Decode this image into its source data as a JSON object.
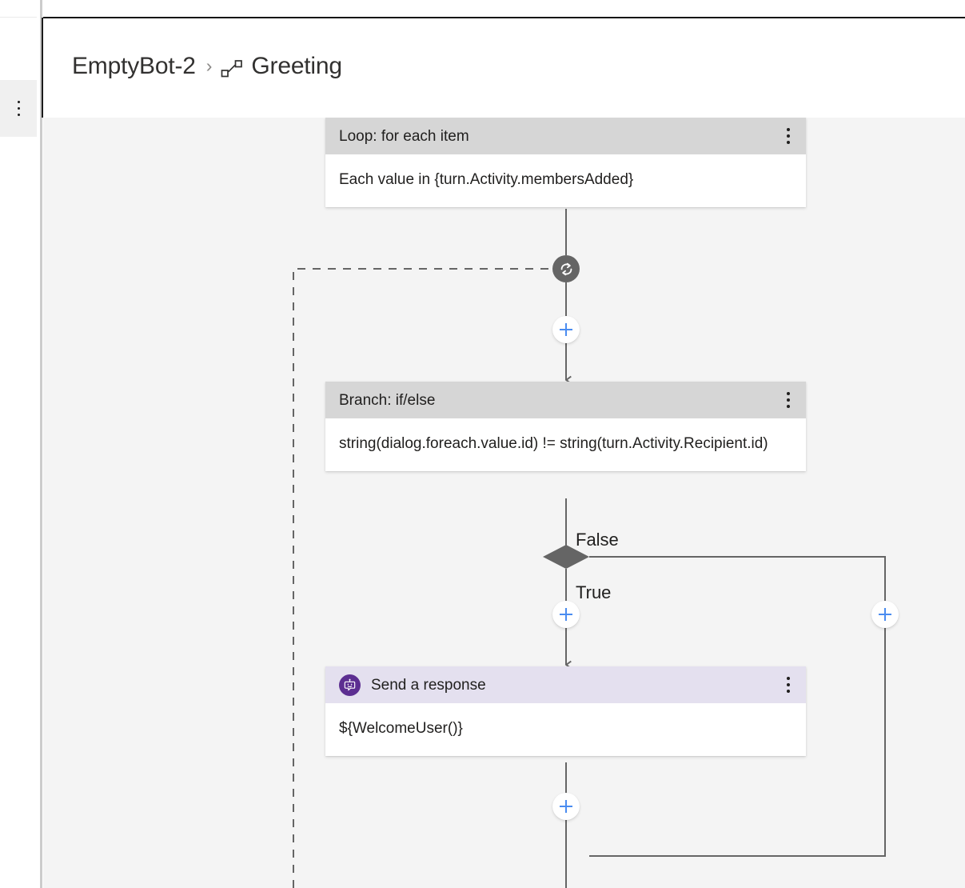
{
  "left_rail": {
    "more_icon": "more-vertical-icon"
  },
  "header": {
    "breadcrumb": {
      "root_label": "EmptyBot-2",
      "separator": "›",
      "dialog_icon": "dialog-flow-icon",
      "current_label": "Greeting"
    }
  },
  "canvas": {
    "nodes": [
      {
        "id": "foreach",
        "icon": "",
        "header_style": "gray",
        "title": "Loop: for each item",
        "body": "Each value in {turn.Activity.membersAdded}",
        "menu_icon": "more-vertical-icon"
      },
      {
        "id": "ifelse",
        "icon": "",
        "header_style": "gray",
        "title": "Branch: if/else",
        "body": "string(dialog.foreach.value.id) != string(turn.Activity.Recipient.id)",
        "menu_icon": "more-vertical-icon"
      },
      {
        "id": "sendactivity",
        "icon": "bot-icon",
        "header_style": "purple",
        "title": "Send a response",
        "body": "${WelcomeUser()}",
        "menu_icon": "more-vertical-icon"
      }
    ],
    "branch_labels": {
      "false_label": "False",
      "true_label": "True"
    },
    "loop_badge_icon": "loop-refresh-icon",
    "add_buttons": [
      {
        "id": "add-after-loop-badge",
        "icon": "plus-icon"
      },
      {
        "id": "add-true-branch",
        "icon": "plus-icon"
      },
      {
        "id": "add-false-branch",
        "icon": "plus-icon"
      },
      {
        "id": "add-after-send-response",
        "icon": "plus-icon"
      }
    ]
  },
  "colors": {
    "canvas_bg": "#f4f4f4",
    "node_header_gray": "#d6d6d6",
    "node_header_purple": "#e4e0ef",
    "bot_accent": "#5c2e91",
    "edge": "#656565",
    "plus_accent": "#4a8cf0",
    "text": "#201f1e"
  }
}
